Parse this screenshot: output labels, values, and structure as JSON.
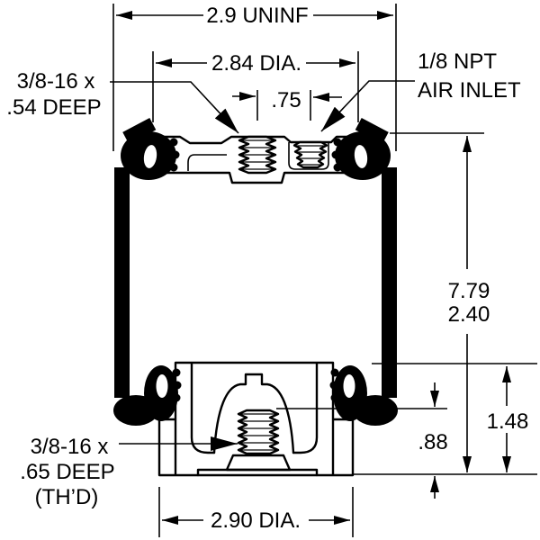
{
  "drawing": {
    "type": "air-spring-cross-section",
    "background": "#ffffff",
    "line_color": "#000000",
    "dimensions": {
      "uninflated_width": "2.9 UNINF",
      "top_plate_diameter": "2.84 DIA.",
      "port_offset": ".75",
      "overall_height": "7.79",
      "collapsed_height": "2.40",
      "piston_height": "1.48",
      "stud_height": ".88",
      "piston_diameter": "2.90 DIA."
    },
    "labels": {
      "top_stud_line1": "3/8-16 x",
      "top_stud_line2": ".54 DEEP",
      "air_inlet_line1": "1/8 NPT",
      "air_inlet_line2": "AIR INLET",
      "bottom_stud_line1": "3/8-16 x",
      "bottom_stud_line2": ".65 DEEP",
      "bottom_stud_line3": "(TH’D)"
    }
  }
}
